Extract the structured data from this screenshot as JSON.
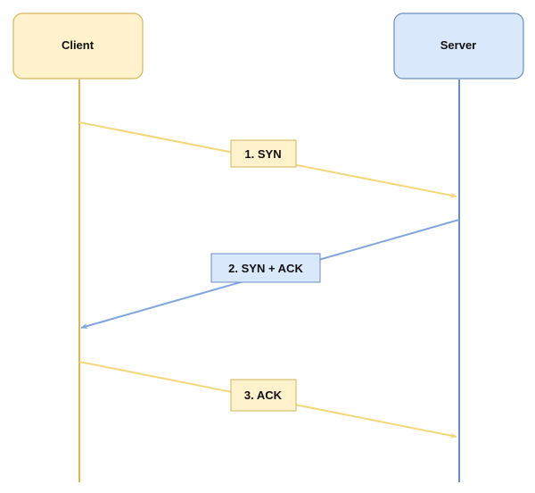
{
  "participants": {
    "client": {
      "label": "Client"
    },
    "server": {
      "label": "Server"
    }
  },
  "messages": [
    {
      "label": "1. SYN",
      "from": "Client",
      "to": "Server"
    },
    {
      "label": "2. SYN + ACK",
      "from": "Server",
      "to": "Client"
    },
    {
      "label": "3. ACK",
      "from": "Client",
      "to": "Server"
    }
  ],
  "colors": {
    "client_fill": "#fff2cc",
    "client_stroke": "#d6b656",
    "client_arrow": "#f5d77a",
    "server_fill": "#dae8fc",
    "server_stroke": "#6c8ebf",
    "server_arrow": "#7ea6e0"
  }
}
